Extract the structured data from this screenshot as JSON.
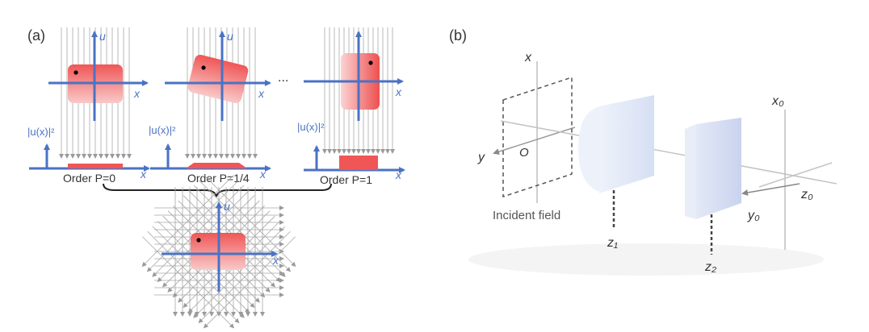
{
  "panel_a": {
    "label": "(a)",
    "axis_u": "u",
    "axis_x": "x",
    "intensity_label": "|u(x)|²",
    "ellipsis": "...",
    "orders": [
      "Order P=0",
      "Order P=1/4",
      "Order P=1"
    ]
  },
  "panel_b": {
    "label": "(b)",
    "axis_x": "x",
    "axis_y": "y",
    "origin": "O",
    "incident_field": "Incident field",
    "z1": "z₁",
    "z2": "z₂",
    "x0": "x₀",
    "y0": "y₀",
    "z0": "z₀"
  },
  "colors": {
    "axis_blue": "#4a72c4",
    "box_red": "#f05656",
    "ray_gray": "#9a9a9a",
    "plate_blue": "#dce4f6"
  }
}
